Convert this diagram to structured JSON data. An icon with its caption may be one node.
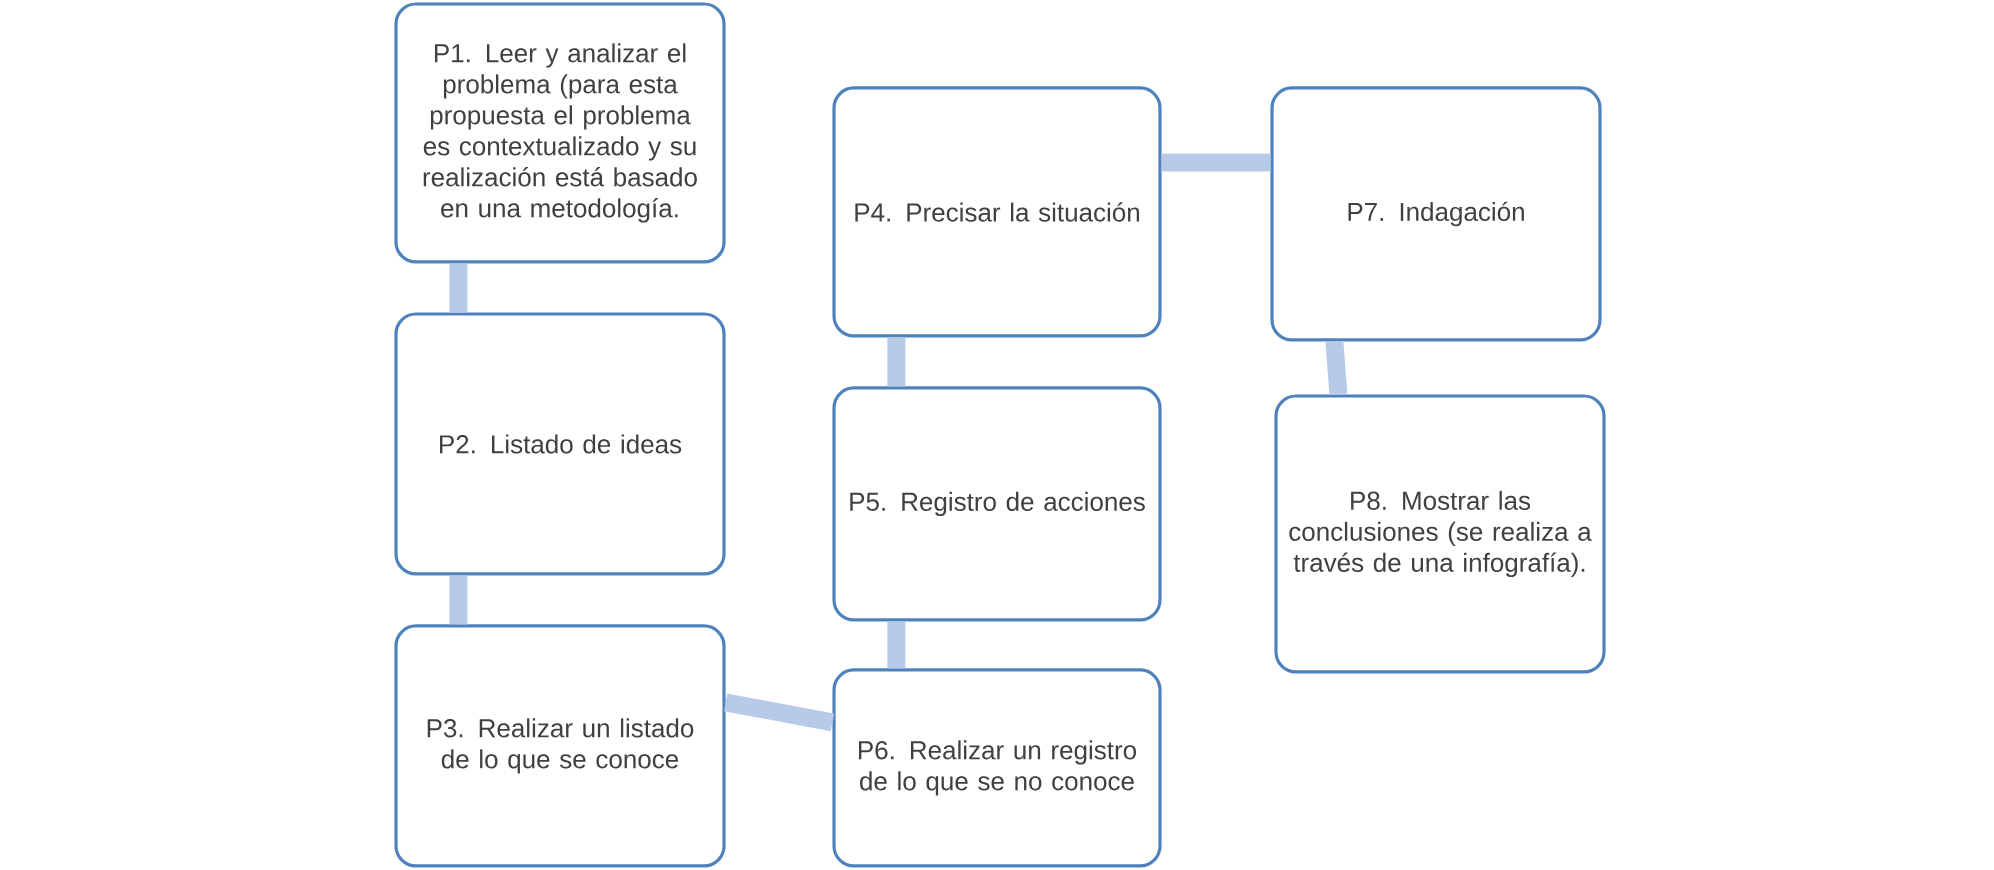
{
  "diagram": {
    "nodes": [
      {
        "text": [
          "P1. Leer y analizar el problema (para esta propuesta el problema es contextualizado y su realización está basado en una metodología."
        ]
      },
      {
        "text": [
          "P2. Listado de ideas"
        ]
      },
      {
        "text": [
          "P3. Realizar un listado de lo que se conoce"
        ]
      },
      {
        "text": [
          "P4. Precisar la situación"
        ]
      },
      {
        "text": [
          "P5. Registro de acciones"
        ]
      },
      {
        "text": [
          "P6. Realizar un registro de lo que se no conoce"
        ]
      },
      {
        "text": [
          "P7. Indagación"
        ]
      },
      {
        "text": [
          "P8. Mostrar las conclusiones (se realiza a través de una infografía)."
        ]
      }
    ],
    "edges": [
      {
        "from": 0,
        "to": 1,
        "arrow": "none"
      },
      {
        "from": 1,
        "to": 2,
        "arrow": "none"
      },
      {
        "from": 2,
        "to": 5,
        "arrow": "none"
      },
      {
        "from": 5,
        "to": 4,
        "arrow": "none"
      },
      {
        "from": 4,
        "to": 3,
        "arrow": "none"
      },
      {
        "from": 3,
        "to": 6,
        "arrow": "none"
      },
      {
        "from": 6,
        "to": 7,
        "arrow": "none"
      }
    ]
  }
}
